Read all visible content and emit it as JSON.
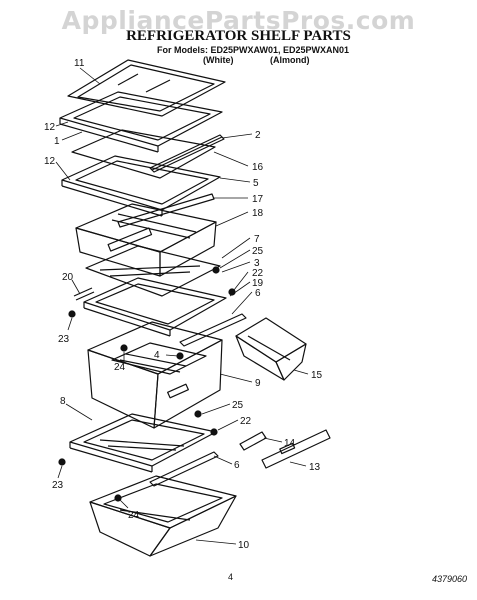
{
  "watermark": "AppliancePartsPros.com",
  "title": "REFRIGERATOR SHELF PARTS",
  "models_line": "For Models: ED25PWXAW01, ED25PWXAN01",
  "color_white": "(White)",
  "color_almond": "(Almond)",
  "page_number": "4",
  "figure_number": "4379060",
  "callouts": [
    "11",
    "12",
    "1",
    "2",
    "12",
    "16",
    "5",
    "17",
    "18",
    "7",
    "25",
    "3",
    "22",
    "20",
    "19",
    "6",
    "23",
    "24",
    "4",
    "15",
    "9",
    "8",
    "25",
    "22",
    "14",
    "13",
    "6",
    "23",
    "24",
    "10"
  ]
}
